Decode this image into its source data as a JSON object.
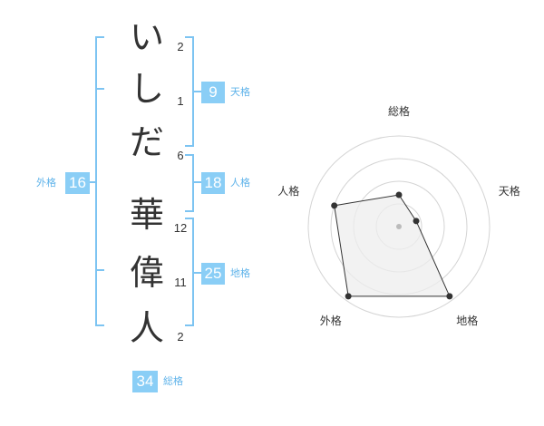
{
  "name": {
    "surname": [
      {
        "char": "い",
        "strokes": "2"
      },
      {
        "char": "し",
        "strokes": "1"
      },
      {
        "char": "だ",
        "strokes": "6"
      }
    ],
    "given": [
      {
        "char": "華",
        "strokes": "12"
      },
      {
        "char": "偉",
        "strokes": "11"
      },
      {
        "char": "人",
        "strokes": "2"
      }
    ]
  },
  "scores": {
    "tenkaku": {
      "value": "9",
      "label": "天格"
    },
    "jinkaku": {
      "value": "18",
      "label": "人格"
    },
    "chikaku": {
      "value": "25",
      "label": "地格"
    },
    "gaikaku": {
      "value": "16",
      "label": "外格"
    },
    "soukaku": {
      "value": "34",
      "label": "総格"
    }
  },
  "radar": {
    "axes": [
      {
        "label": "総格",
        "level": 0.35
      },
      {
        "label": "天格",
        "level": 0.2
      },
      {
        "label": "地格",
        "level": 0.95
      },
      {
        "label": "外格",
        "level": 0.95
      },
      {
        "label": "人格",
        "level": 0.75
      }
    ],
    "rings": 4,
    "colors": {
      "grid": "#d4d4d4",
      "fill": "#eeeeee",
      "line": "#333333",
      "point": "#333333",
      "center": "#bbbbbb"
    }
  },
  "colors": {
    "accent": "#8acef6",
    "bracket": "#7dc4f2",
    "label": "#5fb3ea"
  }
}
